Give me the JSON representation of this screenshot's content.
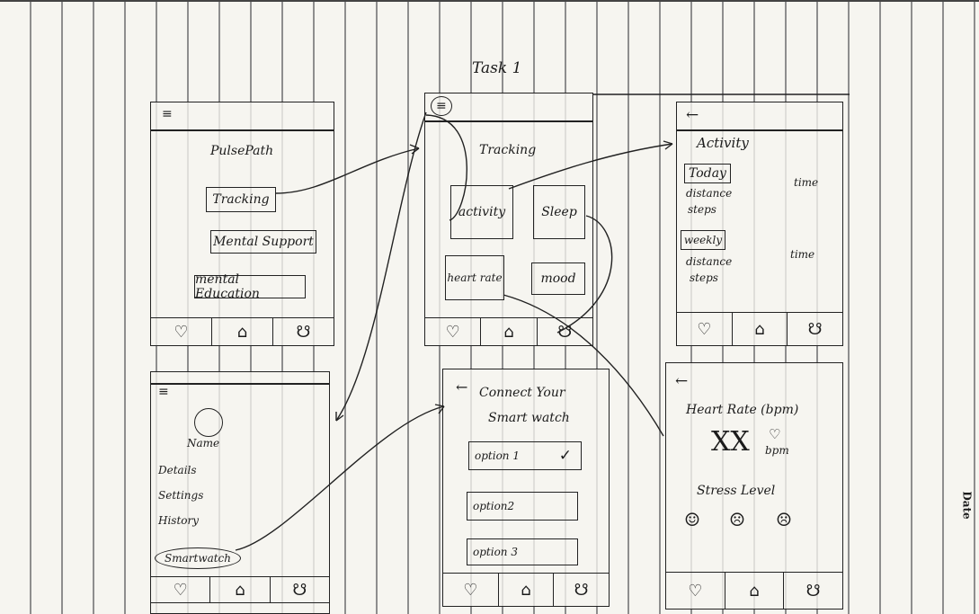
{
  "title": "Task 1",
  "side_note": "Date",
  "home": {
    "menu_icon": "≡",
    "app_name": "PulsePath",
    "buttons": [
      "Tracking",
      "Mental Support",
      "mental Education"
    ]
  },
  "tracking": {
    "menu_icon": "≡",
    "heading": "Tracking",
    "tiles": [
      "activity",
      "Sleep",
      "heart rate",
      "mood"
    ]
  },
  "activity": {
    "back": "←",
    "heading": "Activity",
    "today": "Today",
    "today_items": [
      "distance",
      "steps"
    ],
    "weekly": "weekly",
    "weekly_items": [
      "distance",
      "steps"
    ],
    "time_label": "time"
  },
  "profile": {
    "menu_icon": "≡",
    "name": "Name",
    "items": [
      "Details",
      "Settings",
      "History",
      "Smartwatch"
    ]
  },
  "connect": {
    "back": "←",
    "heading_1": "Connect Your",
    "heading_2": "Smart watch",
    "options": [
      "option 1",
      "option2",
      "option 3"
    ],
    "checkmark": "✓"
  },
  "heart": {
    "back": "←",
    "heading": "Heart Rate (bpm)",
    "value": "XX",
    "unit": "bpm",
    "stress_label": "Stress Level",
    "faces": [
      "☺",
      "☹",
      "☹"
    ]
  },
  "nav_icons": [
    "heart-icon",
    "home-icon",
    "brain-icon"
  ]
}
